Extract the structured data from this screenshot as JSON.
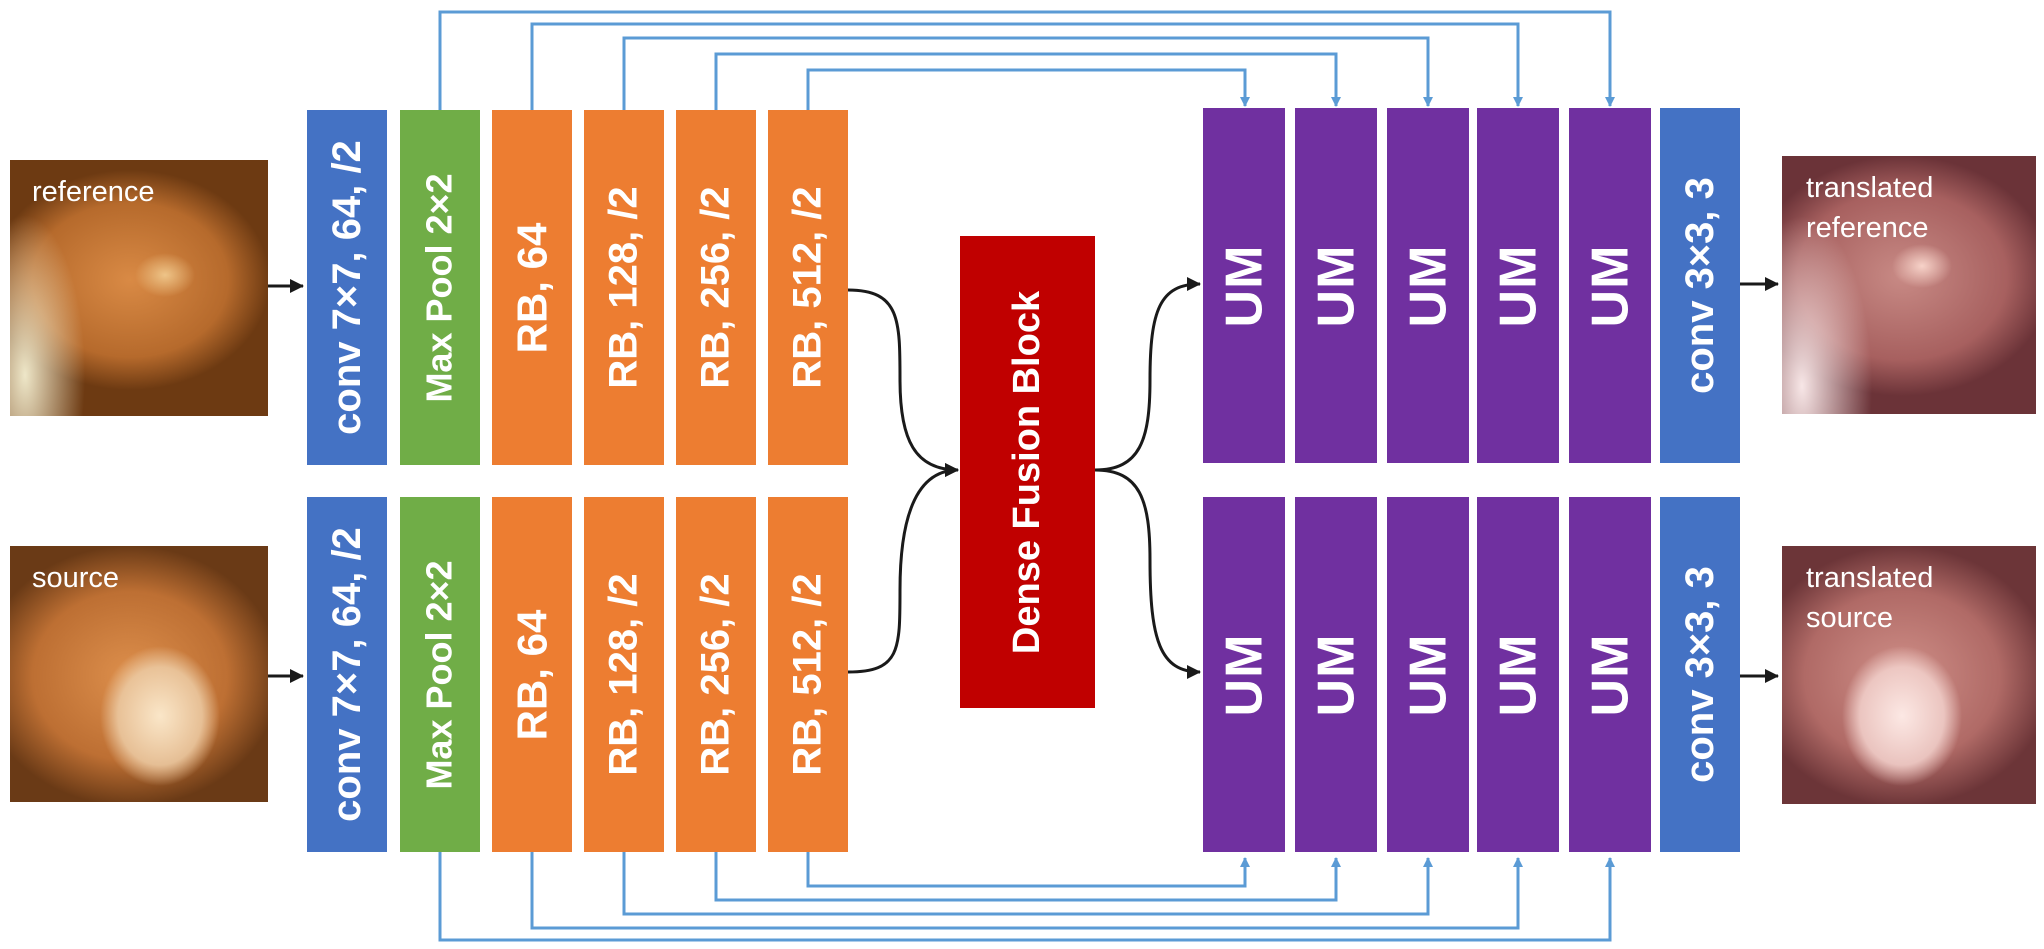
{
  "images": {
    "reference_input": "reference",
    "source_input": "source",
    "translated_reference": "translated reference",
    "translated_source": "translated source"
  },
  "encoder": {
    "conv": "conv 7×7, 64, /2",
    "maxpool": "Max Pool 2×2",
    "rb1": "RB, 64",
    "rb2": "RB, 128, /2",
    "rb3": "RB, 256, /2",
    "rb4": "RB, 512, /2"
  },
  "fusion": "Dense Fusion Block",
  "decoder": {
    "um": "UM",
    "conv_out": "conv 3×3, 3"
  },
  "colors": {
    "conv": "#4472c4",
    "maxpool": "#70ad47",
    "residual_block": "#ed7d31",
    "fusion": "#c00000",
    "upsampling_module": "#7030a0",
    "skip_connection": "#5b9bd5",
    "arrow": "#000000"
  }
}
